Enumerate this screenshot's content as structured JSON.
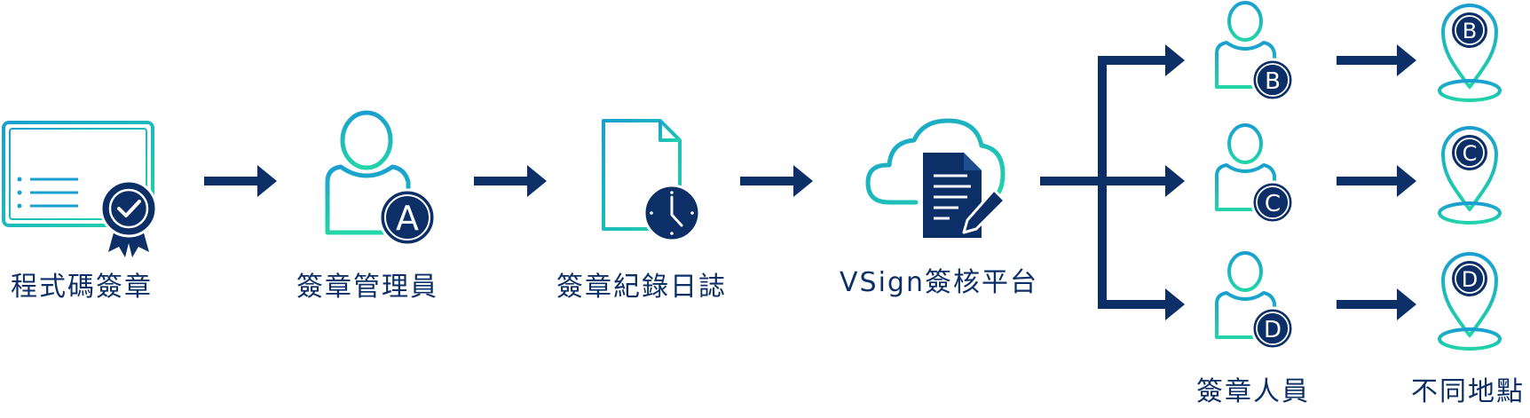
{
  "flow": {
    "steps": [
      {
        "label": "程式碼簽章",
        "icon": "certificate-icon"
      },
      {
        "label": "簽章管理員",
        "icon": "admin-user-icon",
        "badge": "A"
      },
      {
        "label": "簽章紀錄日誌",
        "icon": "log-document-clock-icon"
      },
      {
        "label": "VSign簽核平台",
        "icon": "cloud-document-pen-icon"
      }
    ],
    "signers": {
      "label": "簽章人員",
      "badges": [
        "B",
        "C",
        "D"
      ],
      "icon": "signer-user-icon"
    },
    "locations": {
      "label": "不同地點",
      "badges": [
        "B",
        "C",
        "D"
      ],
      "icon": "location-pin-icon"
    }
  },
  "colors": {
    "navy": "#0b2f66",
    "teal_start": "#1a9fd0",
    "teal_end": "#22d4a8"
  }
}
